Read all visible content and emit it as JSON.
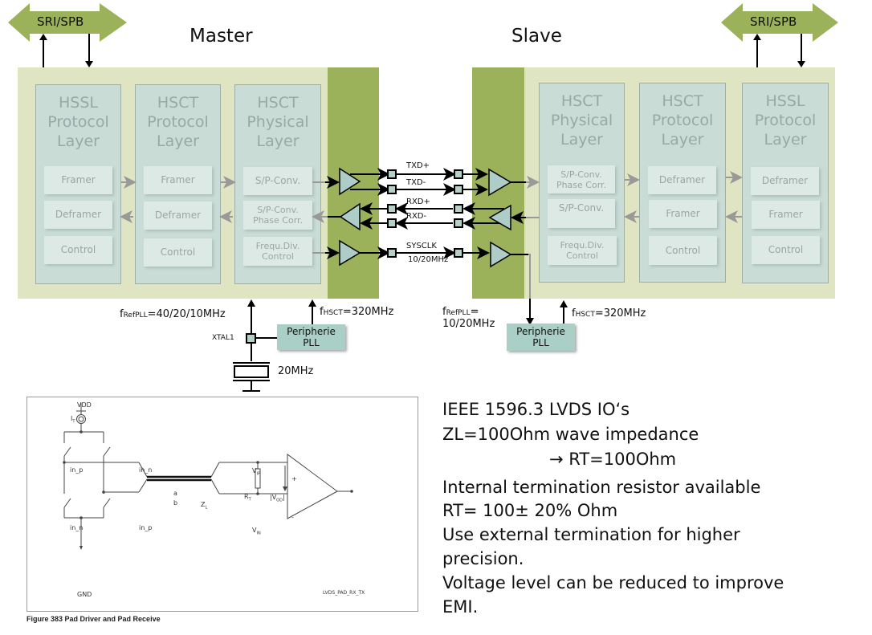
{
  "sides": {
    "master": {
      "title": "Master",
      "bus_label": "SRI/SPB",
      "layers": [
        {
          "title": "HSSL\nProtocol\nLayer",
          "blocks": [
            "Framer",
            "Deframer",
            "Control"
          ]
        },
        {
          "title": "HSCT\nProtocol\nLayer",
          "blocks": [
            "Framer",
            "Deframer",
            "Control"
          ]
        },
        {
          "title": "HSCT\nPhysical\nLayer",
          "blocks": [
            "S/P-Conv.",
            "S/P-Conv.\nPhase Corr.",
            "Frequ.Div.\nControl"
          ]
        }
      ],
      "ref_pll": {
        "prefix": "f",
        "sub": "RefPLL",
        "value": "=40/20/10MHz"
      },
      "hsct": {
        "prefix": "f",
        "sub": "HSCT",
        "value": "=320MHz"
      },
      "pll_label": "Peripherie\nPLL",
      "xtal_label": "XTAL1",
      "crystal_label": "20MHz"
    },
    "slave": {
      "title": "Slave",
      "bus_label": "SRI/SPB",
      "layers": [
        {
          "title": "HSCT\nPhysical\nLayer",
          "blocks": [
            "S/P-Conv.\nPhase Corr.",
            "S/P-Conv.",
            "Frequ.Div.\nControl"
          ]
        },
        {
          "title": "HSCT\nProtocol\nLayer",
          "blocks": [
            "Deframer",
            "Framer",
            "Control"
          ]
        },
        {
          "title": "HSSL\nProtocol\nLayer",
          "blocks": [
            "Deframer",
            "Framer",
            "Control"
          ]
        }
      ],
      "ref_pll": {
        "prefix": "f",
        "sub": "RefPLL",
        "value": "=",
        "value2": "10/20MHz"
      },
      "hsct": {
        "prefix": "f",
        "sub": "HSCT",
        "value": "=320MHz"
      },
      "pll_label": "Peripherie\nPLL"
    }
  },
  "signals": {
    "txd_p": "TXD+",
    "txd_n": "TXD-",
    "rxd_p": "RXD+",
    "rxd_n": "RXD-",
    "sysclk": "SYSCLK",
    "sysclk_freq": "10/20MHz"
  },
  "figure": {
    "caption": "Figure 383  Pad Driver and Pad Receive",
    "id_label": "LVDS_PAD_RX_TX",
    "labels": {
      "vdd": "VDD",
      "gnd": "GND",
      "current": "I",
      "current_sub": "T",
      "sw_tl": "in_p",
      "sw_tr": "in_n",
      "sw_bl": "in_n",
      "sw_br": "in_p",
      "a": "a",
      "b": "b",
      "zl": "Z",
      "zl_sub": "L",
      "rt": "R",
      "rt_sub": "T",
      "vip": "V",
      "vip_sub": "IP",
      "vin": "V",
      "vin_sub": "IN",
      "vod": "|V",
      "vod_sub": "OD",
      "vod_end": "|",
      "plus": "+",
      "minus": "-"
    }
  },
  "notes": [
    "IEEE 1596.3 LVDS IO‘s",
    "ZL=100Ohm wave impedance",
    "→ RT=100Ohm",
    "Internal termination resistor available",
    "RT= 100± 20% Ohm",
    "Use external termination for higher",
    "precision.",
    "Voltage level can be reduced to improve",
    "EMI."
  ],
  "colors": {
    "board": "#dfe5c3",
    "pad_strip": "#9bb25a",
    "layer_box": "#c9dcd6",
    "bus_arrow": "#9bb25a",
    "pll": "#a9cfc6"
  }
}
